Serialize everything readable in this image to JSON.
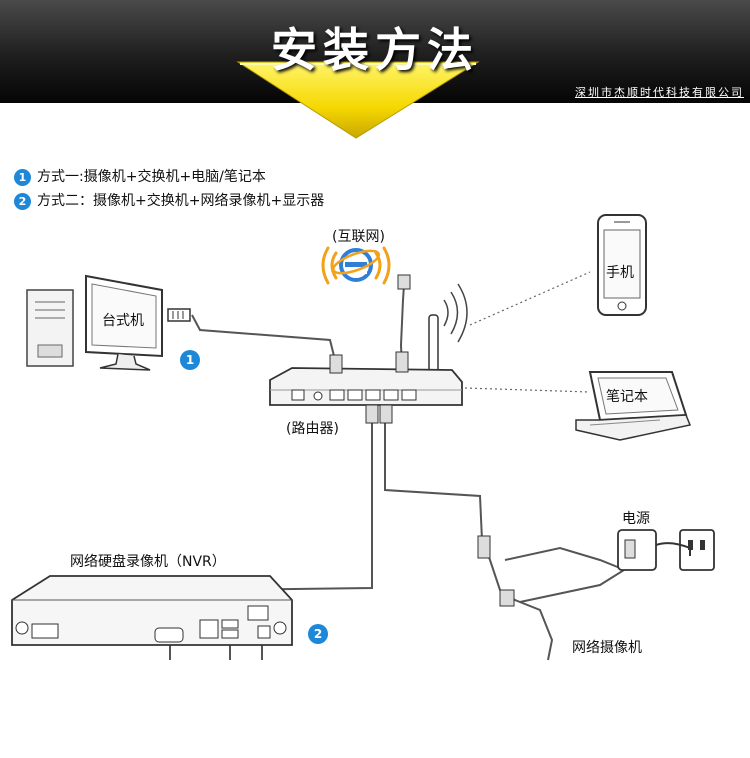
{
  "banner": {
    "title": "安装方法",
    "company": "深圳市杰顺时代科技有限公司"
  },
  "methods": [
    {
      "num": "1",
      "text": "方式一:摄像机+交换机+电脑/笔记本"
    },
    {
      "num": "2",
      "text": "方式二：摄像机+交换机+网络录像机+显示器"
    }
  ],
  "labels": {
    "internet": "(互联网)",
    "desktop": "台式机",
    "phone": "手机",
    "laptop": "笔记本",
    "router": "(路由器)",
    "power": "电源",
    "nvr": "网络硬盘录像机（NVR）",
    "camera": "网络摄像机"
  },
  "badges": {
    "one": "1",
    "two": "2"
  },
  "colors": {
    "accent": "#1e88d8",
    "banner_arrow": "#f5d800",
    "ie_blue": "#2f7fd8",
    "wave_orange": "#f2a21a"
  }
}
